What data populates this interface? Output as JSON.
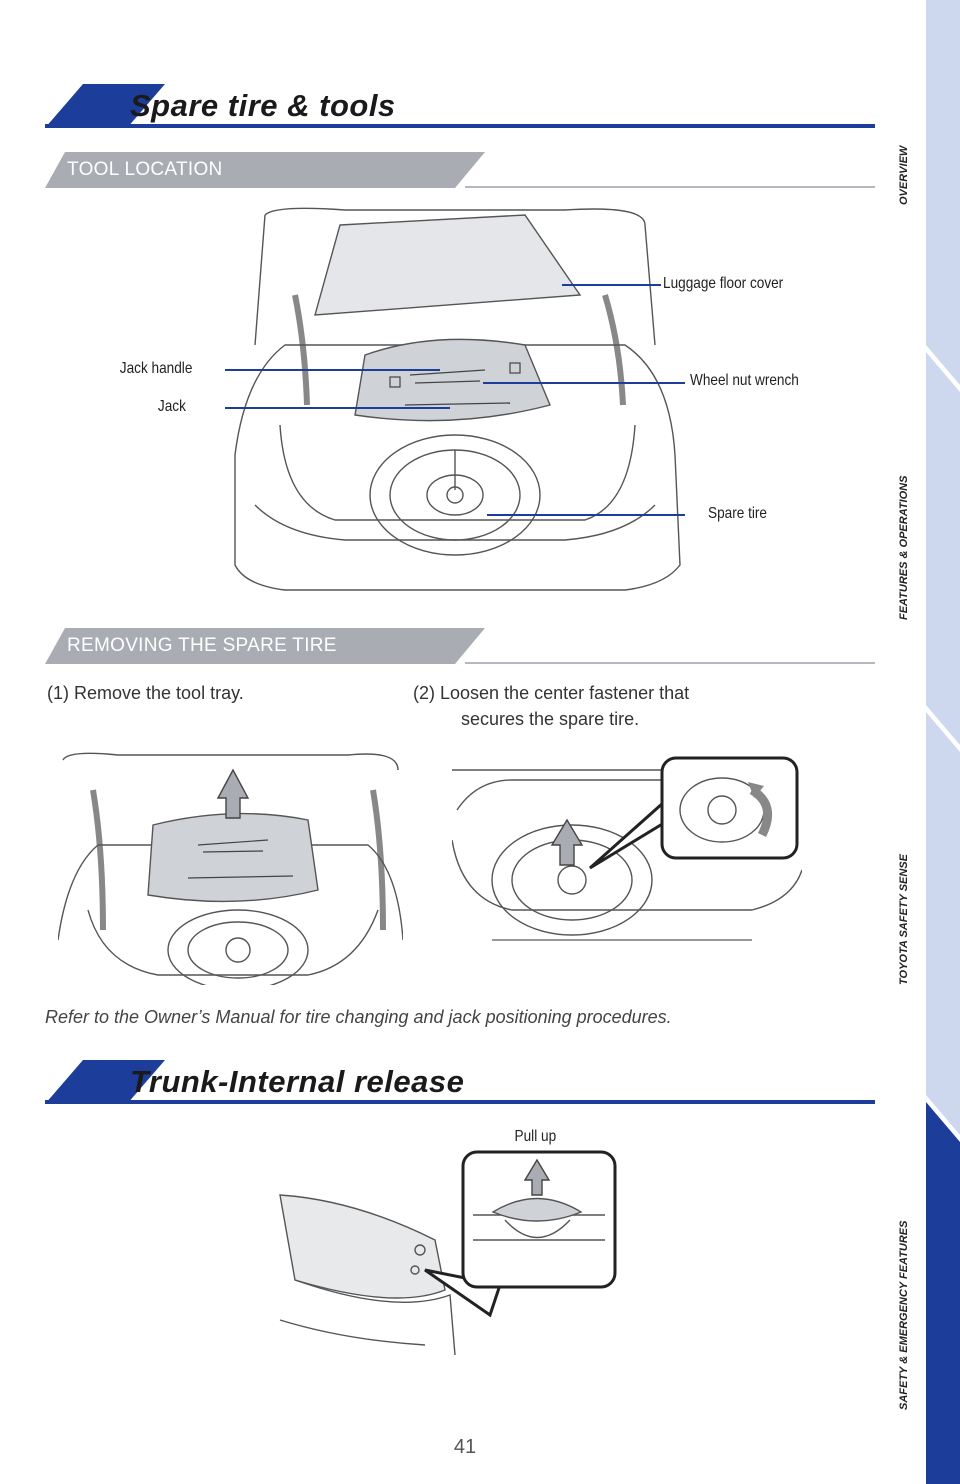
{
  "sections": {
    "spare": {
      "title": "Spare tire & tools",
      "tool_location": "TOOL LOCATION",
      "removing": "REMOVING THE SPARE TIRE"
    },
    "trunk": {
      "title": "Trunk-Internal release"
    }
  },
  "callouts": {
    "luggage_floor_cover": "Luggage floor cover",
    "jack_handle": "Jack handle",
    "wheel_nut_wrench": "Wheel nut wrench",
    "jack": "Jack",
    "spare_tire": "Spare tire",
    "pull_up": "Pull up"
  },
  "steps": {
    "step1": "(1) Remove the tool tray.",
    "step2_line1": "(2) Loosen the center fastener that",
    "step2_line2": "secures the spare tire."
  },
  "note": "Refer to the Owner’s Manual for tire changing and jack positioning procedures.",
  "page_number": "41",
  "side_nav": {
    "items": [
      {
        "label": "OVERVIEW"
      },
      {
        "label": "FEATURES & OPERATIONS"
      },
      {
        "label": "TOYOTA SAFETY SENSE"
      },
      {
        "label": "SAFETY & EMERGENCY FEATURES",
        "active": true
      }
    ],
    "colors": {
      "inactive": "#cdd8ee",
      "active": "#1d3d9a"
    }
  },
  "colors": {
    "brand_blue": "#1d3d9a",
    "tab_gray": "#a9adb3",
    "rule_gray": "#b5b9bf"
  }
}
